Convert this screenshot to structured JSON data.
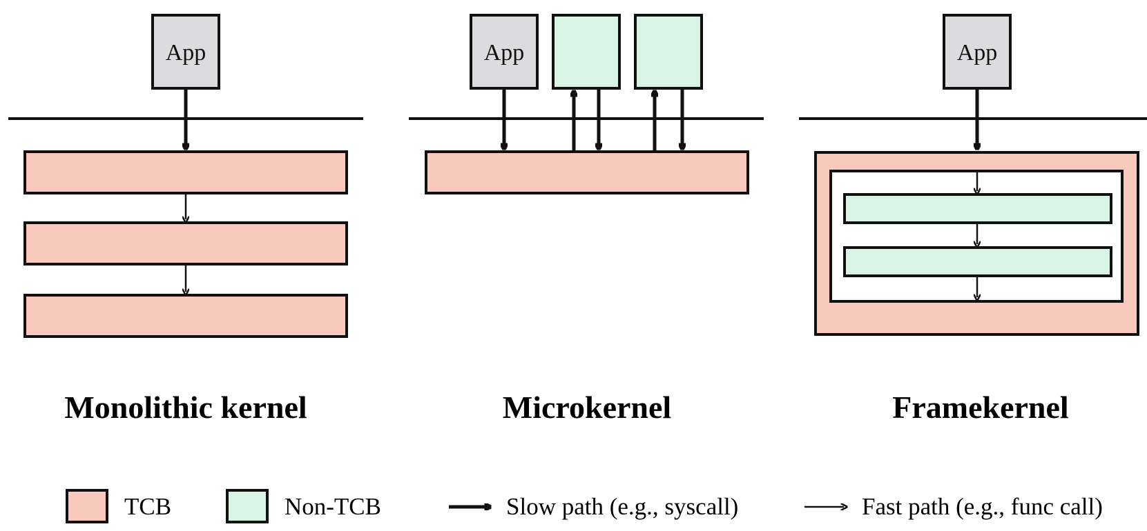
{
  "colors": {
    "tcb": "#f9c9bd",
    "non_tcb": "#d8f4e2",
    "app": "#dcdcde",
    "stroke": "#111111"
  },
  "panels": [
    {
      "key": "monolithic",
      "app_label": "App",
      "caption": "Monolithic kernel"
    },
    {
      "key": "microkernel",
      "app_label": "App",
      "caption": "Microkernel"
    },
    {
      "key": "framekernel",
      "app_label": "App",
      "caption": "Framekernel"
    }
  ],
  "legend": {
    "tcb": "TCB",
    "non_tcb": "Non-TCB",
    "slow_path": "Slow path (e.g., syscall)",
    "fast_path": "Fast path (e.g., func call)"
  }
}
